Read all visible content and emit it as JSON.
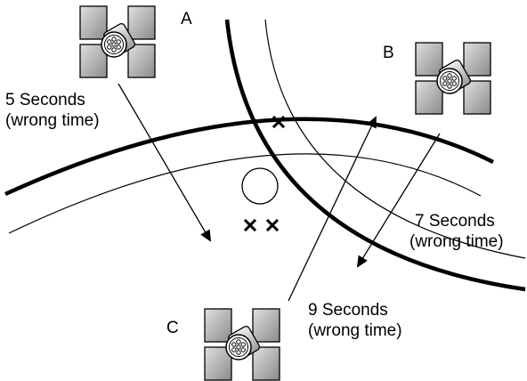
{
  "satellites": [
    {
      "id": "A",
      "label": "A"
    },
    {
      "id": "B",
      "label": "B"
    },
    {
      "id": "C",
      "label": "C"
    }
  ],
  "signals": [
    {
      "satellite": "A",
      "line1": "5 Seconds",
      "line2": "(wrong time)"
    },
    {
      "satellite": "B",
      "line1": "7 Seconds",
      "line2": "(wrong time)"
    },
    {
      "satellite": "C",
      "line1": "9 Seconds",
      "line2": "(wrong time)"
    }
  ],
  "markers": {
    "intersections": 3,
    "true_position": "circle",
    "symbol": "×"
  },
  "colors": {
    "line": "#000000",
    "panel": "#b8b8b8",
    "body": "#cfcfcf"
  }
}
